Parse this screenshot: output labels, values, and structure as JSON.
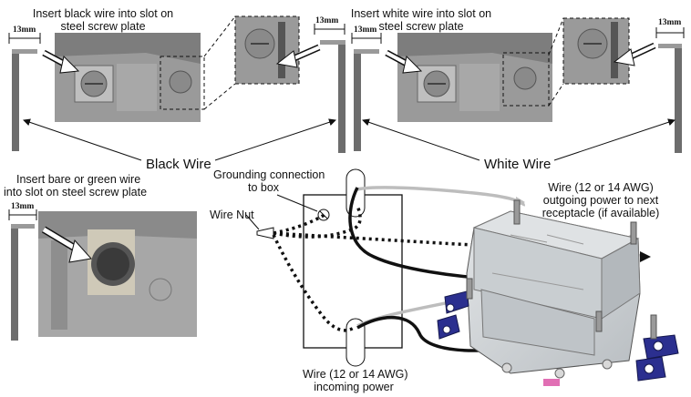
{
  "top_left": {
    "instruction_line1": "Insert black wire into slot on",
    "instruction_line2": "steel screw plate",
    "measure_left": "13mm",
    "measure_right": "13mm"
  },
  "top_right": {
    "instruction_line1": "Insert white wire into slot on",
    "instruction_line2": "steel screw plate",
    "measure_left": "13mm",
    "measure_right": "13mm"
  },
  "middle": {
    "black_wire_label": "Black Wire",
    "white_wire_label": "White Wire"
  },
  "bottom_left": {
    "instruction_line1": "Insert bare or green wire",
    "instruction_line2": "into slot on steel screw plate",
    "measure": "13mm"
  },
  "wiring": {
    "grounding_line1": "Grounding connection",
    "grounding_line2": "to box",
    "wire_nut": "Wire Nut",
    "outgoing_line1": "Wire (12 or 14 AWG)",
    "outgoing_line2": "outgoing power to next",
    "outgoing_line3": "receptacle (if available)",
    "incoming_line1": "Wire (12 or 14 AWG)",
    "incoming_line2": "incoming power"
  },
  "colors": {
    "black_wire": "#111111",
    "white_wire": "#bdbdbd",
    "receptacle_body": "#cfd3d6",
    "mounting_strap": "#2b2f8f",
    "photo_bg": "#9a9a9a"
  }
}
